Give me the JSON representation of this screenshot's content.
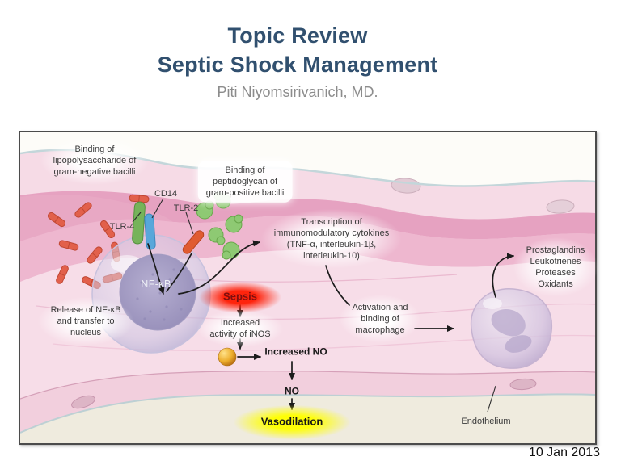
{
  "slide": {
    "title_line1": "Topic Review",
    "title_line2": "Septic Shock Management",
    "author": "Piti Niyomsirivanich, MD.",
    "date": "10 Jan 2013"
  },
  "diagram": {
    "labels": {
      "lps_binding": "Binding of\nlipopolysaccharide of\ngram-negative bacilli",
      "peptidoglycan_binding": "Binding of\npeptidoglycan of\ngram-positive bacilli",
      "cd14": "CD14",
      "tlr2": "TLR-2",
      "tlr4": "TLR-4",
      "transcription": "Transcription of\nimmunomodulatory cytokines\n(TNF-α, interleukin-1β,\ninterleukin-10)",
      "nfkb": "NF-κB",
      "nfkb_release": "Release of NF-κB\nand transfer to\nnucleus",
      "sepsis": "Sepsis",
      "inos": "Increased\nactivity of iNOS",
      "increased_no": "Increased NO",
      "no": "NO",
      "vasodilation": "Vasodilation",
      "macrophage_activation": "Activation and\nbinding of\nmacrophage",
      "mediators": "Prostaglandins\nLeukotrienes\nProteases\nOxidants",
      "endothelium": "Endothelium"
    },
    "colors": {
      "title_text": "#31506f",
      "author_text": "#8c8c8c",
      "sepsis_text": "#7d0f0f",
      "sepsis_glow": "#ff1a00",
      "vasodilation_glow": "#ffff00",
      "gram_negative_bacilli": "#e2604b",
      "tlr4_receptor": "#76b35a",
      "cd14_receptor": "#58a7da",
      "tlr2_receptor": "#e05b31",
      "peptidoglycan": "#8ec973",
      "vessel_pink": "#e6a2c1",
      "lumen_ivory": "#efebde",
      "frame_border": "#4b4b4b"
    }
  }
}
